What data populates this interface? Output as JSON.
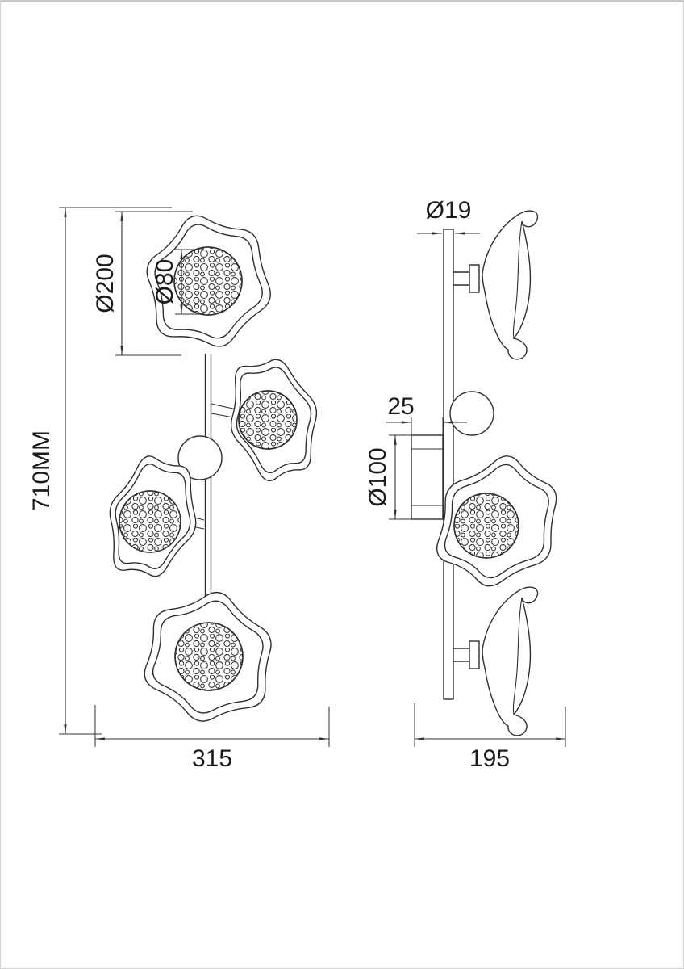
{
  "accent_color": "#2f2f2f",
  "dimensions": {
    "front": {
      "height": "710MM",
      "shade_outer_diameter": "Ø200",
      "shade_inner_diameter": "Ø80",
      "width": "315"
    },
    "side": {
      "rod_diameter": "Ø19",
      "canopy_depth": "25",
      "canopy_diameter": "Ø100",
      "width": "195"
    }
  }
}
